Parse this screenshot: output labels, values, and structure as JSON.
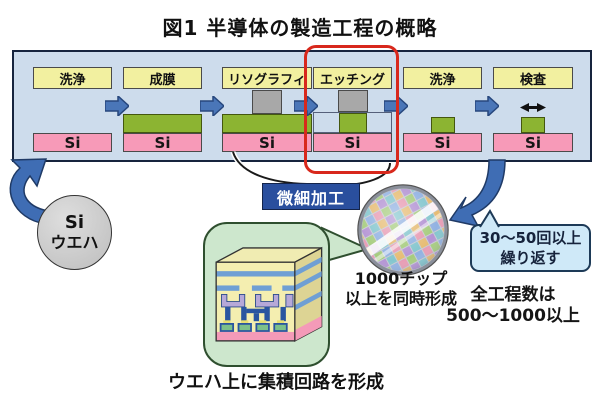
{
  "figure": {
    "title": "図1 半導体の製造工程の概略"
  },
  "process": {
    "substrate": "Si",
    "steps": [
      {
        "label": "洗浄"
      },
      {
        "label": "成膜"
      },
      {
        "label": "リソグラフィ"
      },
      {
        "label": "エッチング",
        "highlighted": true
      },
      {
        "label": "洗浄"
      },
      {
        "label": "検査"
      }
    ],
    "microfab_label": "微細加工"
  },
  "wafer_input": {
    "line1": "Si",
    "line2": "ウエハ"
  },
  "chip_callout": {
    "caption_line1": "1000チップ",
    "caption_line2": "以上を同時形成",
    "bottom_caption": "ウエハ上に集積回路を形成"
  },
  "repeat_note": {
    "line1": "30〜50回以上",
    "line2": "繰り返す"
  },
  "total_note": {
    "line1": "全工程数は",
    "line2": "500〜1000以上"
  },
  "colors": {
    "highlight_red": "#d8281c",
    "process_bg": "#cddcec",
    "label_yellow": "#f2f0a0",
    "substrate_pink": "#f79ab8",
    "film_green": "#8cb432",
    "arrow_blue": "#4a76b8",
    "microfab_navy": "#2a4f9e",
    "balloon_green": "#cde7cd",
    "note_bg": "#cfe9f8"
  }
}
